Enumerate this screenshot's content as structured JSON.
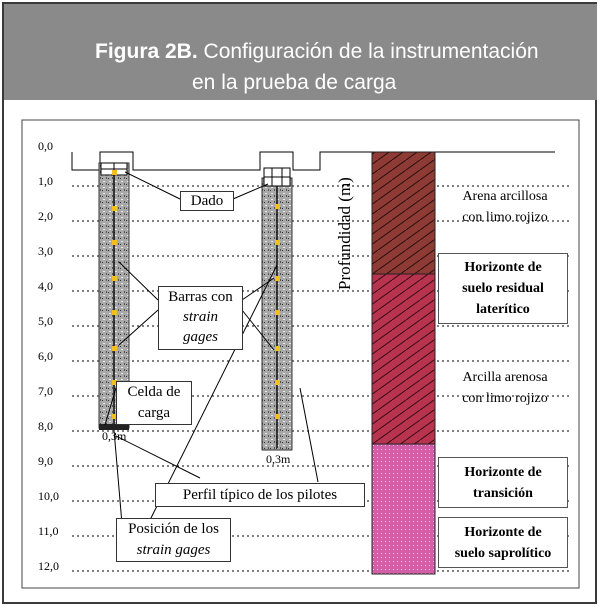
{
  "figure": {
    "title_bold": "Figura 2B.",
    "title_rest": " Configuración de la instrumentación",
    "title_line2": "en la prueba de carga"
  },
  "depths": [
    "0,0",
    "1,0",
    "2,0",
    "3,0",
    "4,0",
    "5,0",
    "6,0",
    "7,0",
    "8,0",
    "9,0",
    "10,0",
    "11,0",
    "12,0"
  ],
  "y_axis_label": "Profundidad (m)",
  "labels": {
    "dado": "Dado",
    "barras_1": "Barras con",
    "barras_2": "strain",
    "barras_3": "gages",
    "celda_1": "Celda de",
    "celda_2": "carga",
    "perfil": "Perfil típico de los pilotes",
    "posicion_1": "Posición de los",
    "posicion_2": "strain gages",
    "dim_1": "0,3m",
    "dim_2": "0,3m"
  },
  "soil_layers": [
    {
      "line1": "Arena arcillosa",
      "line2": "con limo rojizo",
      "boxed": false
    },
    {
      "line1": "Horizonte de",
      "line2": "suelo residual",
      "line3": "laterítico",
      "boxed": true
    },
    {
      "line1": "Arcilla arenosa",
      "line2": "con limo rojizo",
      "boxed": false
    },
    {
      "line1": "Horizonte de",
      "line2": "transición",
      "boxed": true
    },
    {
      "line1": "Horizonte de",
      "line2": "suelo saprolítico",
      "boxed": true
    }
  ],
  "colors": {
    "header_bg": "#8a8a8a",
    "layer_brown": "#8e3a35",
    "layer_crimson": "#b8334d",
    "layer_pink": "#d45ea8",
    "gage_yellow": "#f0c020"
  }
}
